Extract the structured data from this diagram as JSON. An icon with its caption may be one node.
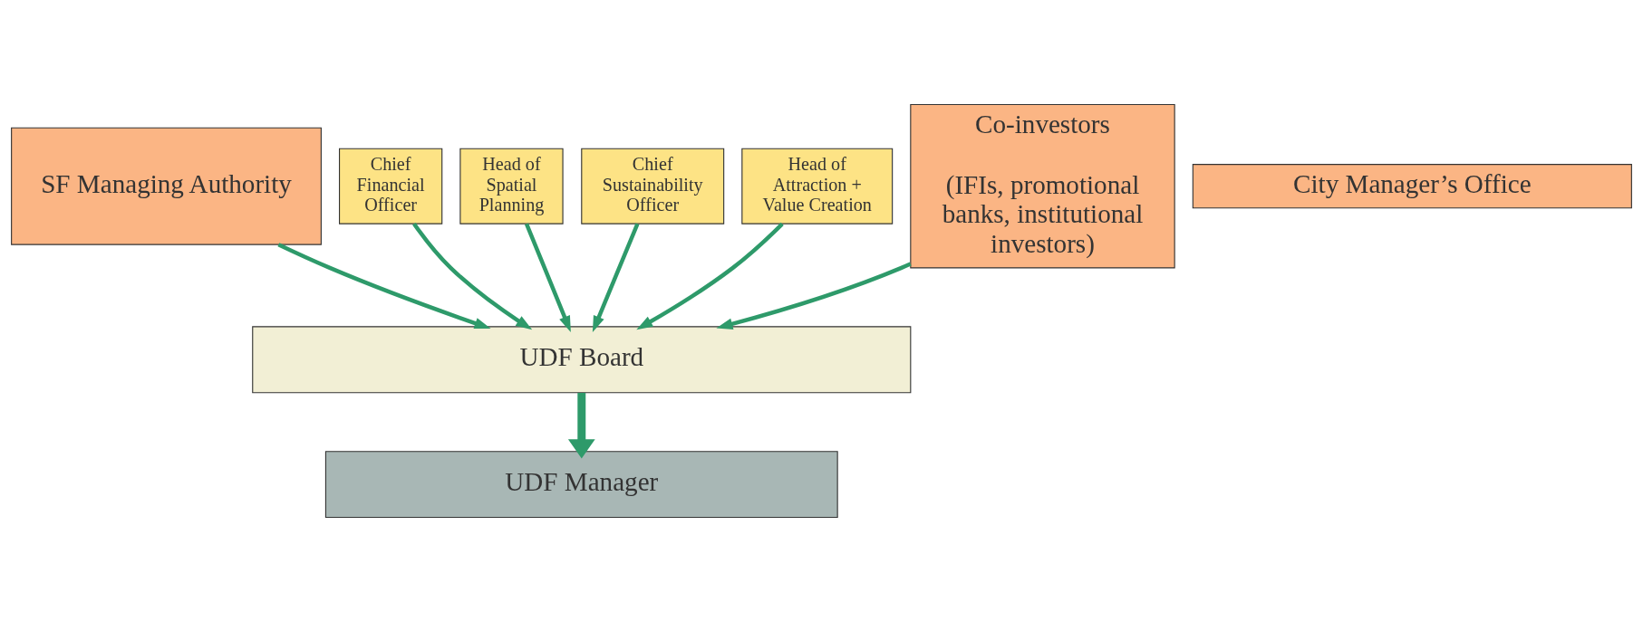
{
  "diagram": {
    "nodes": [
      {
        "text": [
          "SF Managing Authority"
        ]
      },
      {
        "text": [
          "City Manager’s Office"
        ]
      },
      {
        "text": [
          "Chief Financial Officer"
        ]
      },
      {
        "text": [
          "Head of Spatial Planning"
        ]
      },
      {
        "text": [
          "Chief Sustainability Officer"
        ]
      },
      {
        "text": [
          "Head of Attraction + Value Creation"
        ]
      },
      {
        "text": [
          "Co-investors",
          "(IFIs, promotional banks, institutional investors)"
        ]
      },
      {
        "text": [
          "UDF Board"
        ]
      },
      {
        "text": [
          "UDF Manager"
        ]
      }
    ],
    "edges": [
      {
        "from": 0,
        "to": 7,
        "arrow": "to"
      },
      {
        "from": 2,
        "to": 7,
        "arrow": "to"
      },
      {
        "from": 3,
        "to": 7,
        "arrow": "to"
      },
      {
        "from": 4,
        "to": 7,
        "arrow": "to"
      },
      {
        "from": 5,
        "to": 7,
        "arrow": "to"
      },
      {
        "from": 6,
        "to": 7,
        "arrow": "to"
      },
      {
        "from": 7,
        "to": 8,
        "arrow": "to",
        "style": "thick"
      }
    ]
  }
}
